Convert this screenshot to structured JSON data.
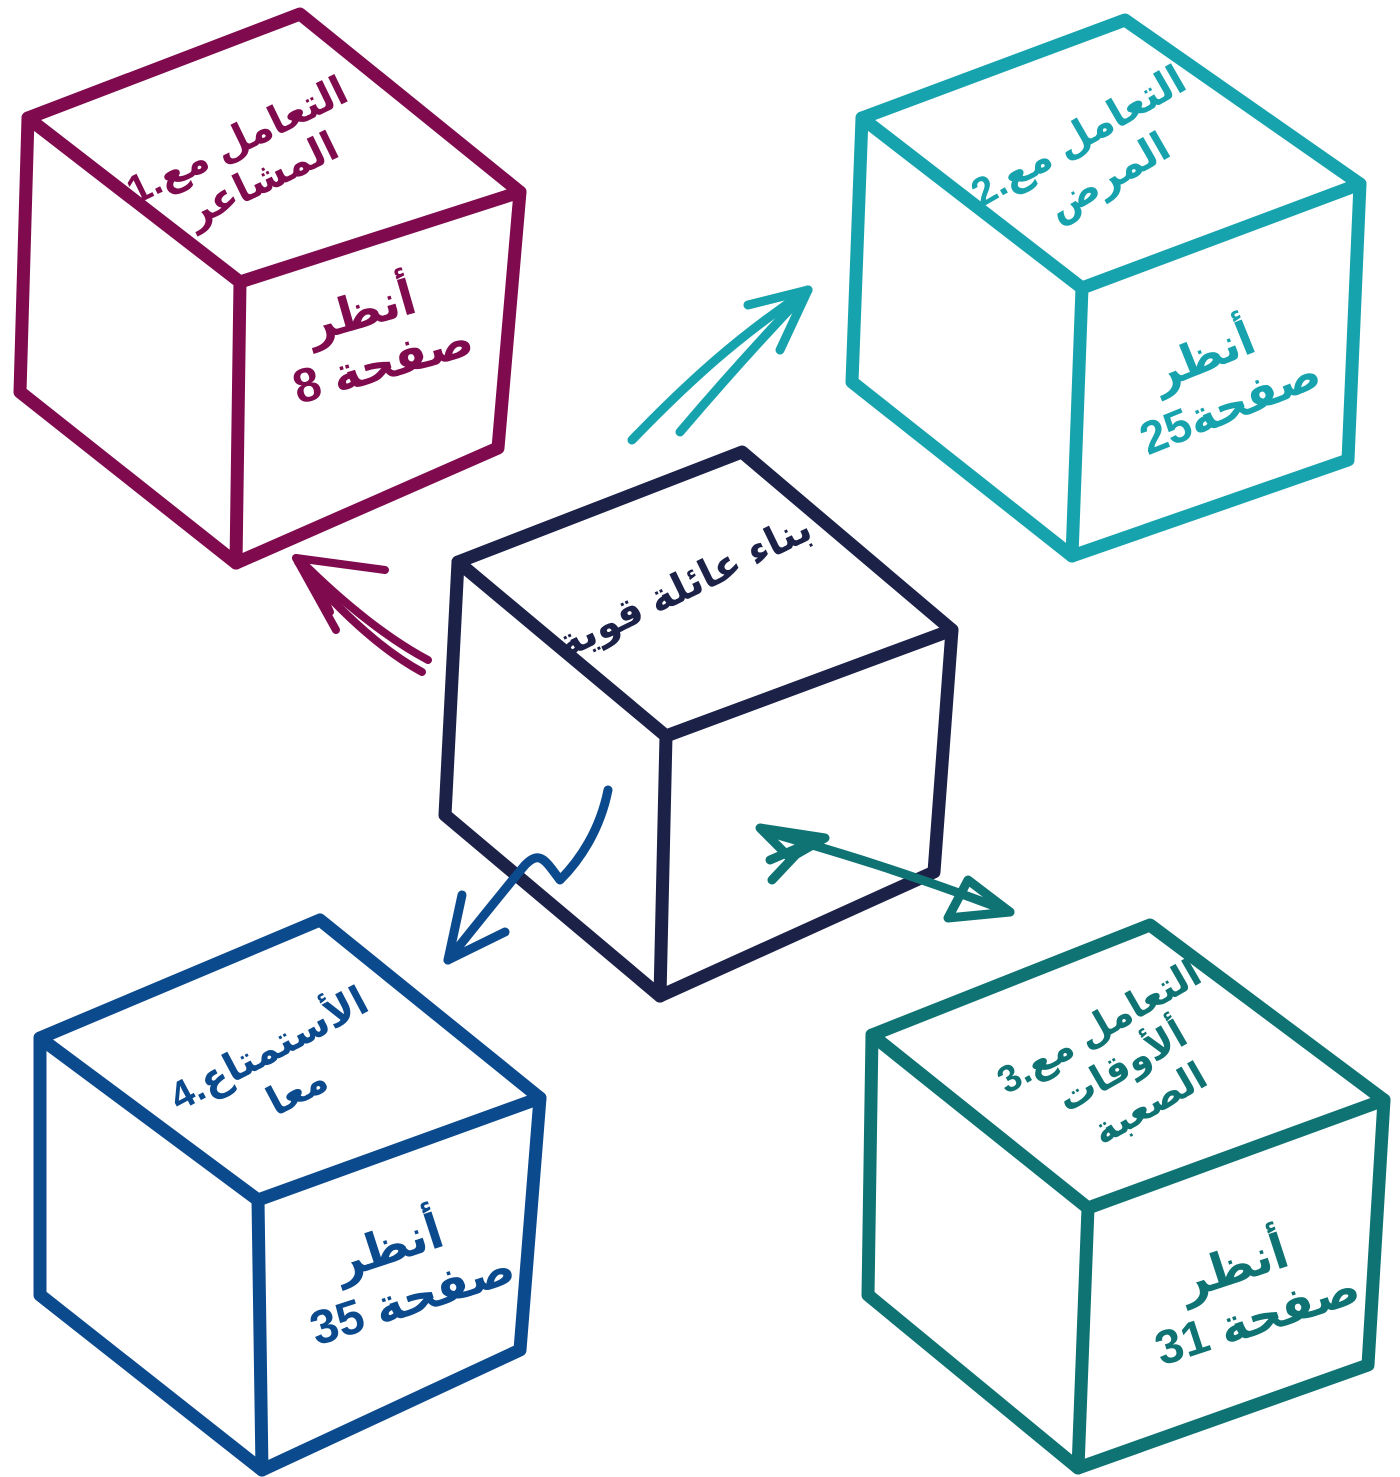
{
  "colors": {
    "center": "#1c2148",
    "feelings": "#7f0a4e",
    "illness": "#17a3ad",
    "hard_times": "#0f7373",
    "fun": "#0c4a8e",
    "arrow_fun": "#0c4a8e",
    "background": "#ffffff"
  },
  "center": {
    "title": "بناء عائلة قوية"
  },
  "topics": {
    "feelings": {
      "title_lines": [
        "1.التعامل مع",
        "المشاعر"
      ],
      "ref_lines": [
        "أنظر",
        "صفحة 8"
      ]
    },
    "illness": {
      "title_lines": [
        "2.التعامل مع",
        "المرض"
      ],
      "ref_lines": [
        "أنظر",
        "صفحة25"
      ]
    },
    "hard_times": {
      "title_lines": [
        "3.التعامل مع",
        "ألأوقات",
        "الصعبة"
      ],
      "ref_lines": [
        "أنظر",
        "صفحة 31"
      ]
    },
    "fun": {
      "title_lines": [
        "4.الأستمتاع",
        "معا"
      ],
      "ref_lines": [
        "أنظر",
        "صفحة 35"
      ]
    }
  }
}
